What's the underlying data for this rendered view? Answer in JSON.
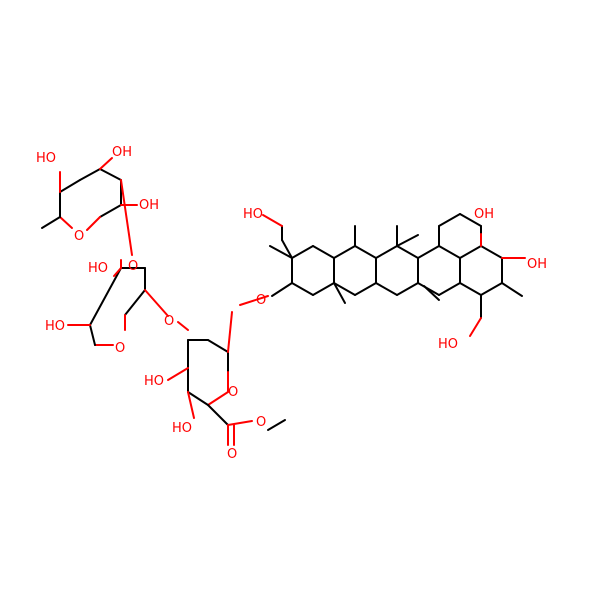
{
  "colors": {
    "bond": "#000000",
    "heteroatom": "#ff0000",
    "background": "#ffffff"
  },
  "labels": {
    "rha_oh_a": "HO",
    "rha_oh_b": "OH",
    "rha_oh_c": "OH",
    "rha_ring_o": "O",
    "link_o_rha": "O",
    "xyl_oh_a": "HO",
    "xyl_oh_b": "HO",
    "xyl_ring_o": "O",
    "link_o_xyl": "O",
    "link_o_aglycone": "O",
    "glca_oh_a": "HO",
    "glca_oh_b": "HO",
    "glca_ring_o": "O",
    "ester_o": "O",
    "carbonyl_o": "O",
    "ch2oh_top": "HO",
    "oh_c22": "OH",
    "oh_c21": "OH",
    "ch2oh_bottom": "HO"
  }
}
